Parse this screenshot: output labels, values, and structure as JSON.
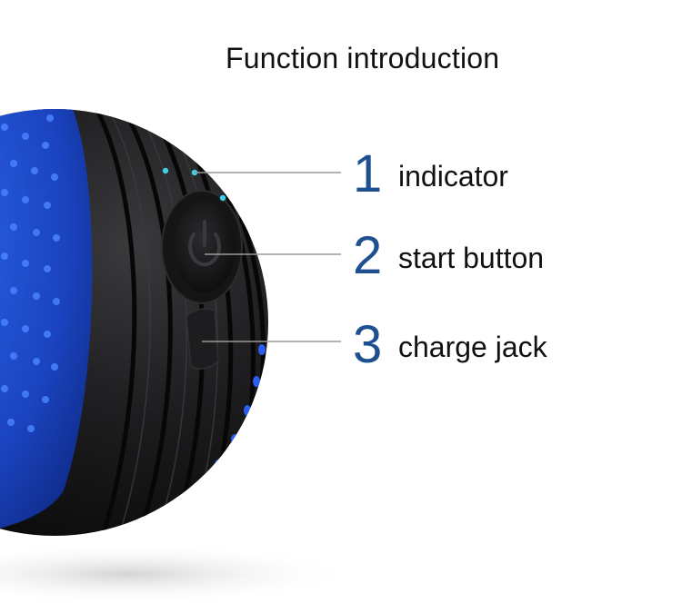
{
  "title": "Function introduction",
  "callouts": [
    {
      "number": "1",
      "label": "indicator"
    },
    {
      "number": "2",
      "label": "start button"
    },
    {
      "number": "3",
      "label": "charge jack"
    }
  ],
  "colors": {
    "accent": "#1e4f8e",
    "ball_body": "#1b1b1d",
    "ball_blue": "#1f4fd1",
    "indicator_led": "#3fd0e6"
  },
  "icons": [
    "power-icon"
  ]
}
